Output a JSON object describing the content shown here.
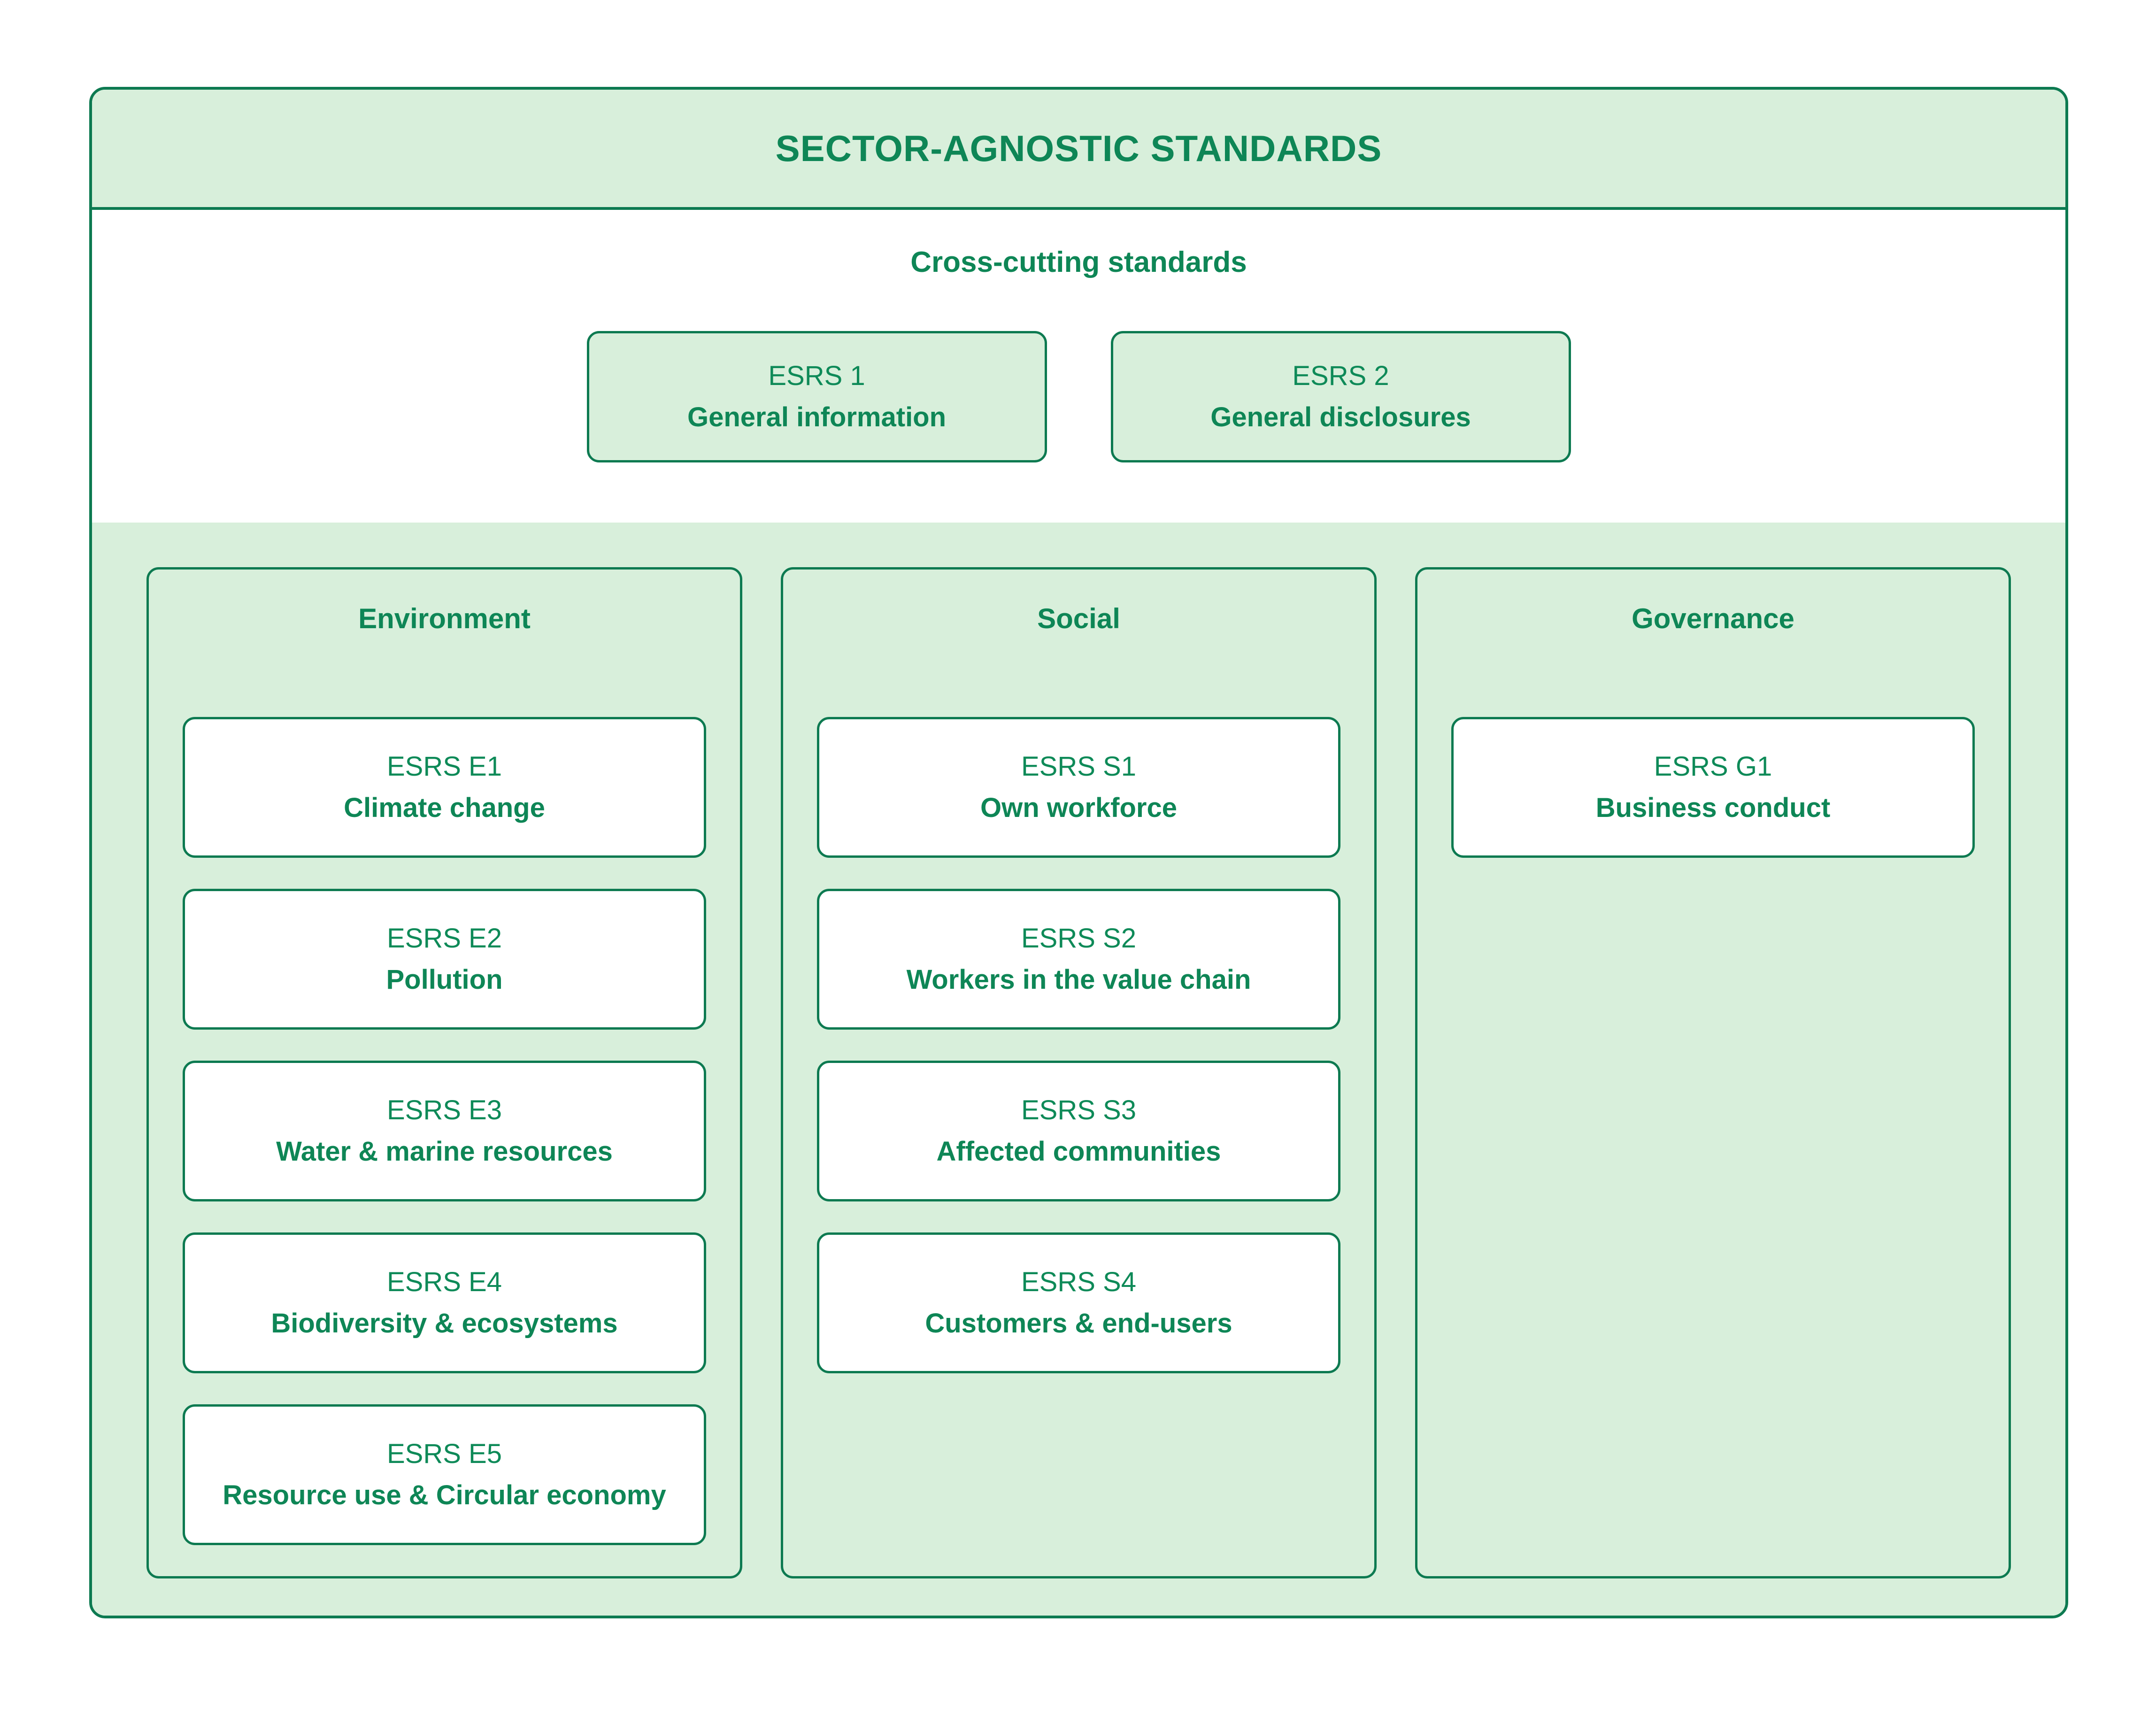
{
  "header": {
    "title": "SECTOR-AGNOSTIC STANDARDS"
  },
  "cross": {
    "title": "Cross-cutting standards",
    "boxes": [
      {
        "code": "ESRS 1",
        "name": "General information"
      },
      {
        "code": "ESRS 2",
        "name": "General disclosures"
      }
    ]
  },
  "pillars": [
    {
      "title": "Environment",
      "boxes": [
        {
          "code": "ESRS E1",
          "name": "Climate change"
        },
        {
          "code": "ESRS E2",
          "name": "Pollution"
        },
        {
          "code": "ESRS E3",
          "name": "Water & marine resources"
        },
        {
          "code": "ESRS E4",
          "name": "Biodiversity & ecosystems"
        },
        {
          "code": "ESRS E5",
          "name": "Resource use & Circular economy"
        }
      ]
    },
    {
      "title": "Social",
      "boxes": [
        {
          "code": "ESRS S1",
          "name": "Own workforce"
        },
        {
          "code": "ESRS S2",
          "name": "Workers in the value chain"
        },
        {
          "code": "ESRS S3",
          "name": "Affected communities"
        },
        {
          "code": "ESRS S4",
          "name": "Customers & end-users"
        }
      ]
    },
    {
      "title": "Governance",
      "boxes": [
        {
          "code": "ESRS G1",
          "name": "Business conduct"
        }
      ]
    }
  ],
  "colors": {
    "light_green_fill": "#d8efdb",
    "dark_green_border": "#0d7a51",
    "green_text": "#0e8656",
    "page_background": "#ffffff"
  }
}
